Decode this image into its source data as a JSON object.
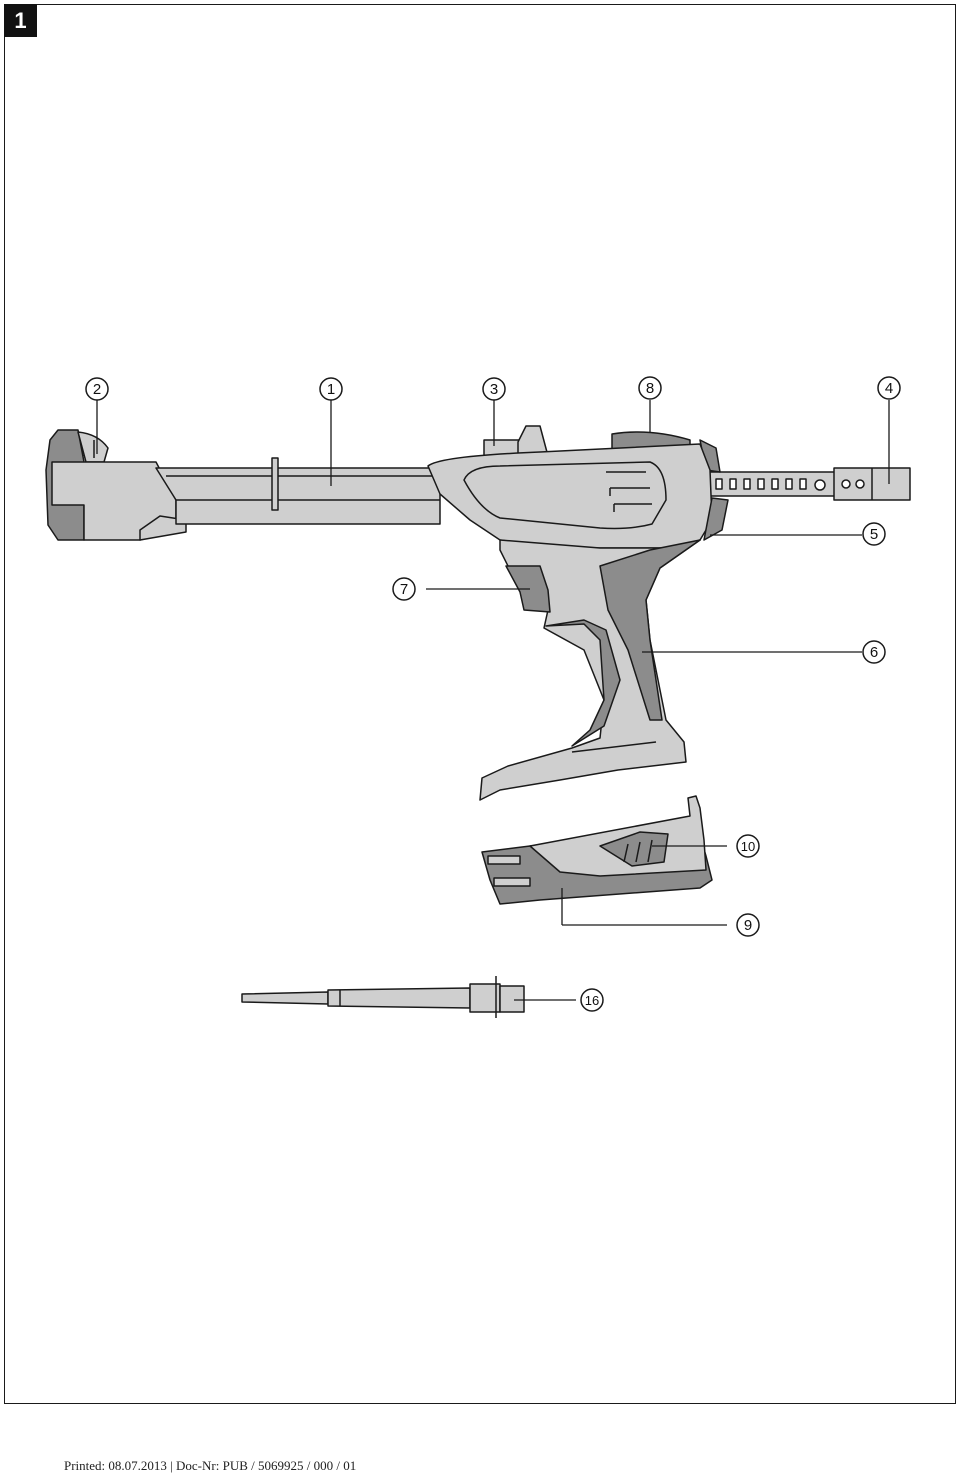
{
  "figure": {
    "number": "1"
  },
  "callouts": {
    "c1": "1",
    "c2": "2",
    "c3": "3",
    "c4": "4",
    "c5": "5",
    "c6": "6",
    "c7": "7",
    "c8": "8",
    "c9": "9",
    "c10": "10",
    "c16": "16"
  },
  "footer": {
    "text": "Printed: 08.07.2013 | Doc-Nr: PUB / 5069925 / 000 / 01"
  },
  "colors": {
    "light": "#cfcfcf",
    "dark": "#8c8c8c",
    "outline": "#1a1a1a"
  }
}
